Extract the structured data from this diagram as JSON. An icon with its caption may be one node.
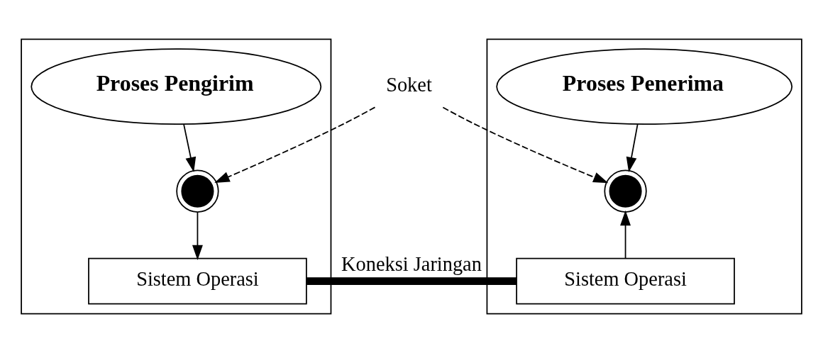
{
  "diagram": {
    "nodes": [
      {
        "text": [],
        "shape": "box"
      },
      {
        "text": [
          "Proses Pengirim"
        ],
        "in": 0
      },
      {
        "text": [
          "Sistem Operasi"
        ],
        "in": 0
      },
      {
        "text": [],
        "shape": "circle",
        "in": 0
      },
      {
        "text": [
          "Soket"
        ]
      },
      {
        "text": [],
        "shape": "box"
      },
      {
        "text": [
          "Proses Penerima"
        ],
        "in": 5
      },
      {
        "text": [],
        "shape": "circle",
        "in": 5
      },
      {
        "text": [
          "Sistem Operasi"
        ],
        "in": 5
      }
    ],
    "edges": [
      {
        "from": 1,
        "to": 3,
        "arrow": "to"
      },
      {
        "from": 4,
        "to": 3,
        "arrow": "to",
        "style": "dashed"
      },
      {
        "from": 4,
        "to": 7,
        "arrow": "to",
        "style": "dashed"
      },
      {
        "from": 6,
        "to": 7,
        "arrow": "to"
      },
      {
        "from": 3,
        "to": 2,
        "arrow": "to"
      },
      {
        "from": 2,
        "to": 8,
        "arrow": "none",
        "style": "thick",
        "label": "Koneksi Jaringan"
      },
      {
        "from": 8,
        "to": 7,
        "arrow": "to"
      }
    ]
  }
}
